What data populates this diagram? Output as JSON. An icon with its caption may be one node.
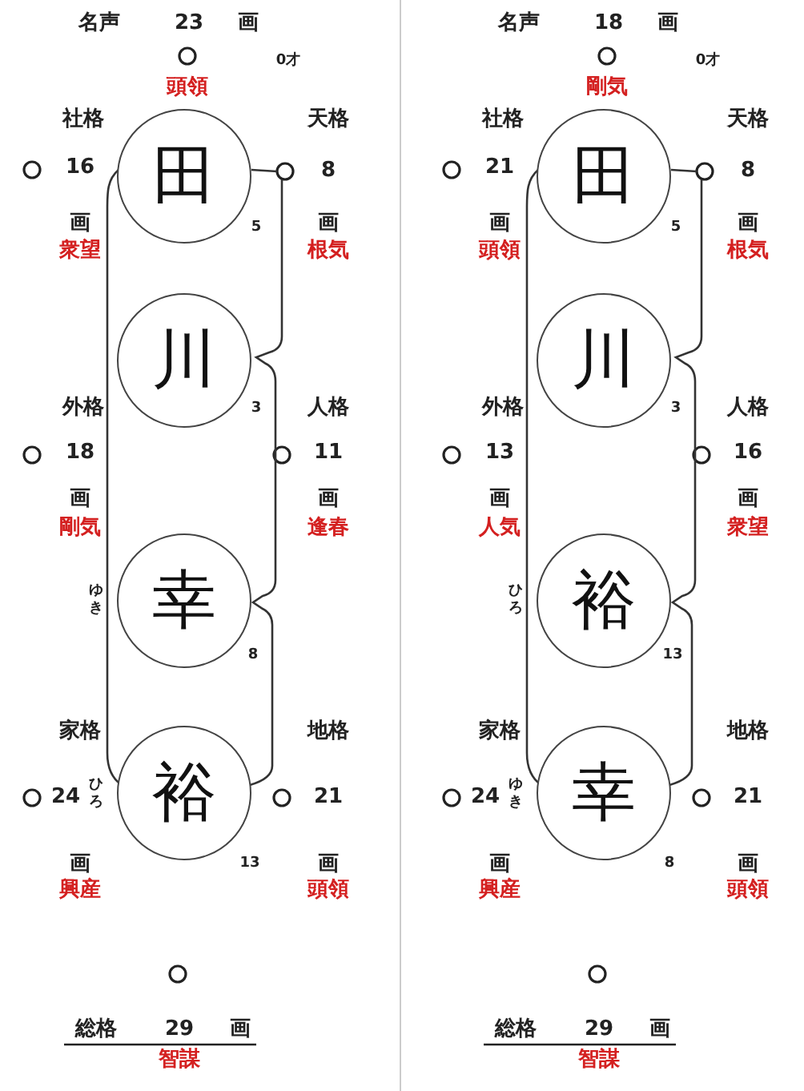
{
  "diagram": {
    "nodes": [
      {
        "text": [
          "田"
        ],
        "beside": [
          "5"
        ]
      },
      {
        "text": [
          "川"
        ],
        "beside": [
          "3"
        ]
      },
      {
        "text": [
          "幸"
        ],
        "beside": [
          "ゆき",
          "8"
        ]
      },
      {
        "text": [
          "裕"
        ],
        "beside": [
          "ひろ",
          "13"
        ]
      },
      {
        "text": [
          "田"
        ],
        "beside": [
          "5"
        ]
      },
      {
        "text": [
          "川"
        ],
        "beside": [
          "3"
        ]
      },
      {
        "text": [
          "裕"
        ],
        "beside": [
          "ひろ",
          "13"
        ]
      },
      {
        "text": [
          "幸"
        ],
        "beside": [
          "ゆき",
          "8"
        ]
      }
    ],
    "edges": [],
    "labels": [
      "名声",
      "23",
      "画",
      "頭領",
      "0才",
      "社格",
      "天格",
      "16",
      "8",
      "画",
      "画",
      "衆望",
      "根気",
      "外格",
      "人格",
      "18",
      "11",
      "画",
      "画",
      "剛気",
      "逢春",
      "家格",
      "地格",
      "24",
      "21",
      "画",
      "画",
      "興産",
      "頭領",
      "総格",
      "29",
      "画",
      "智謀",
      "名声",
      "18",
      "画",
      "剛気",
      "0才",
      "社格",
      "天格",
      "21",
      "8",
      "画",
      "画",
      "頭領",
      "根気",
      "外格",
      "人格",
      "13",
      "16",
      "画",
      "画",
      "人気",
      "衆望",
      "家格",
      "地格",
      "24",
      "21",
      "画",
      "画",
      "興産",
      "頭領",
      "総格",
      "29",
      "画",
      "智謀"
    ]
  }
}
